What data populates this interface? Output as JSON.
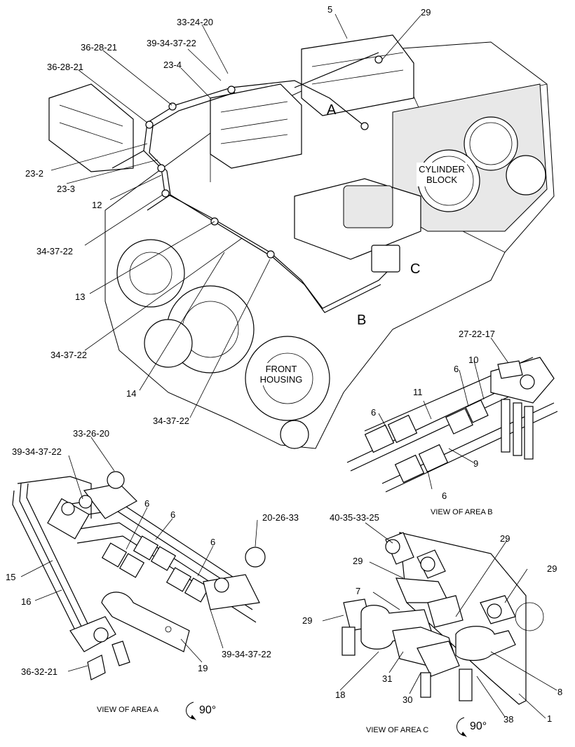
{
  "main_view": {
    "area_markers": [
      "A",
      "B",
      "C"
    ],
    "block_labels": [
      "CYLINDER",
      "BLOCK"
    ],
    "housing_labels": [
      "FRONT",
      "HOUSING"
    ],
    "callouts": [
      "5",
      "29",
      "33-24-20",
      "39-34-37-22",
      "36-28-21",
      "36-28-21",
      "23-4",
      "23-2",
      "23-3",
      "12",
      "34-37-22",
      "13",
      "34-37-22",
      "14",
      "34-37-22"
    ]
  },
  "view_b": {
    "title": "VIEW OF AREA  B",
    "callouts": [
      "27-22-17",
      "10",
      "6",
      "11",
      "6",
      "9",
      "6"
    ]
  },
  "view_a": {
    "title": "VIEW OF AREA  A",
    "rotation": "90°",
    "callouts": [
      "33-26-20",
      "39-34-37-22",
      "6",
      "6",
      "6",
      "20-26-33",
      "15",
      "16",
      "36-32-21",
      "19",
      "39-34-37-22"
    ]
  },
  "view_c": {
    "title": "VIEW OF AREA  C",
    "rotation": "90°",
    "callouts": [
      "40-35-33-25",
      "29",
      "29",
      "29",
      "7",
      "29",
      "18",
      "31",
      "30",
      "38",
      "8",
      "1"
    ]
  }
}
